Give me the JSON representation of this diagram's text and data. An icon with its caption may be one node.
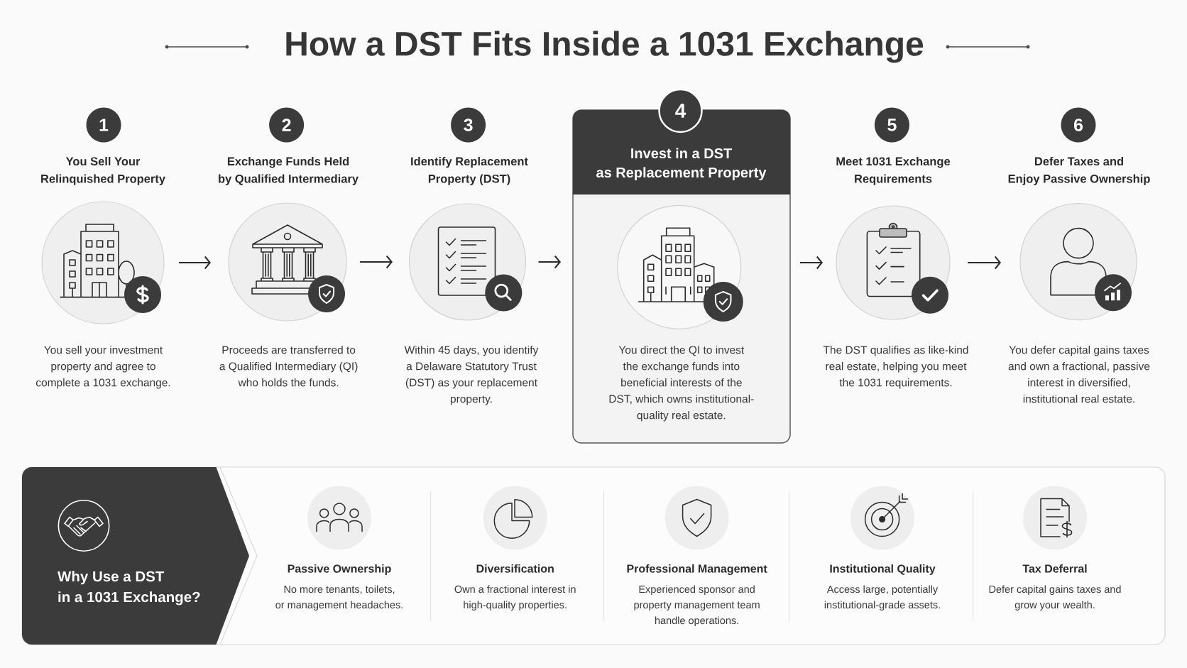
{
  "diagram": {
    "title": "How a DST Fits Inside a 1031 Exchange",
    "nodes": [
      {
        "text": [
          "1"
        ]
      },
      {
        "text": [],
        "shape": "circle",
        "beside": [
          "You Sell Your Relinquished Property",
          "You sell your investment property and agree to complete a 1031 exchange."
        ]
      },
      {
        "text": [
          "2"
        ]
      },
      {
        "text": [],
        "shape": "circle",
        "beside": [
          "Exchange Funds Held by Qualified Intermediary",
          "Proceeds are transferred to a Qualified Intermediary (QI) who holds the funds."
        ]
      },
      {
        "text": [
          "3"
        ]
      },
      {
        "text": [],
        "shape": "circle",
        "beside": [
          "Identify Replacement Property (DST)",
          "Within 45 days, you identify a Delaware Statutory Trust (DST) as your replacement property."
        ]
      },
      {
        "text": [
          "Invest in a DST as Replacement Property",
          "You direct the QI to invest the exchange funds into beneficial interests of the DST, which owns institutional-quality real estate."
        ]
      },
      {
        "text": [
          "4"
        ]
      },
      {
        "text": [],
        "shape": "circle",
        "in": 6
      },
      {
        "text": [
          "5"
        ]
      },
      {
        "text": [],
        "shape": "circle",
        "beside": [
          "Meet 1031 Exchange Requirements",
          "The DST qualifies as like-kind real estate, helping you meet the 1031 requirements."
        ]
      },
      {
        "text": [
          "6"
        ]
      },
      {
        "text": [],
        "shape": "circle",
        "beside": [
          "Defer Taxes and Enjoy Passive Ownership",
          "You defer capital gains taxes and own a fractional, passive interest in diversified, institutional real estate."
        ]
      },
      {
        "text": [
          "Passive Ownership",
          "No more tenants, toilets, or management headaches.",
          "Diversification",
          "Own a fractional interest in high-quality properties.",
          "Professional Management",
          "Experienced sponsor and property management team handle operations.",
          "Institutional Quality",
          "Access large, potentially institutional-grade assets.",
          "Tax Deferral",
          "Defer capital gains taxes and grow your wealth."
        ]
      },
      {
        "text": [
          "Why Use a DST in a 1031 Exchange?"
        ],
        "in": 13
      }
    ],
    "edges": [
      {
        "from": 1,
        "to": 3,
        "arrow": "to"
      },
      {
        "from": 3,
        "to": 5,
        "arrow": "to"
      },
      {
        "from": 5,
        "to": 6,
        "arrow": "to"
      },
      {
        "from": 6,
        "to": 10,
        "arrow": "to"
      },
      {
        "from": 10,
        "to": 12,
        "arrow": "to"
      }
    ]
  }
}
